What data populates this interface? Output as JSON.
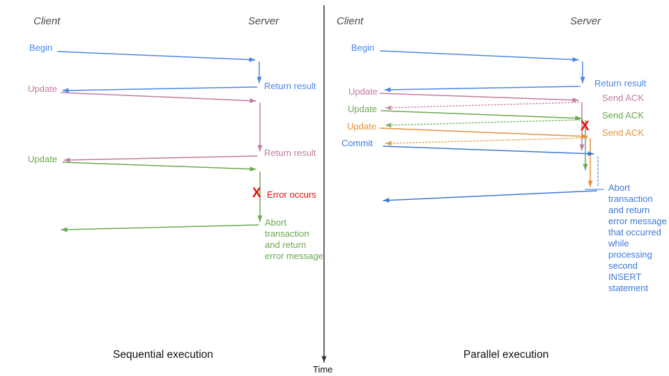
{
  "palette": {
    "blue": "#4a86e8",
    "blue2": "#3c78d8",
    "lightblue": "#6d9eeb",
    "pink": "#c27ba0",
    "green": "#6aa84f",
    "orange": "#e69138",
    "red": "#ea0b0b",
    "header_gray": "#4d4d4d",
    "ink": "#111111",
    "axis": "#333333"
  },
  "time_axis": {
    "label": "Time"
  },
  "sequential": {
    "caption": "Sequential execution",
    "client_header": "Client",
    "server_header": "Server",
    "begin_label": "Begin",
    "return_result_1_label": "Return result",
    "update_1_label": "Update",
    "return_result_2_label": "Return result",
    "update_2_label": "Update",
    "error_mark": "X",
    "error_label": "Error occurs",
    "abort_label": "Abort\ntransaction\nand return\nerror message"
  },
  "parallel": {
    "caption": "Parallel execution",
    "client_header": "Client",
    "server_header": "Server",
    "begin_label": "Begin",
    "return_result_label": "Return result",
    "update_1_label": "Update",
    "send_ack_1_label": "Send ACK",
    "update_2_label": "Update",
    "send_ack_2_label": "Send ACK",
    "update_3_label": "Update",
    "send_ack_3_label": "Send ACK",
    "commit_label": "Commit",
    "error_mark": "X",
    "abort_label": "Abort\ntransaction\nand return\nerror message\nthat occurred\nwhile\nprocessing\nsecond\nINSERT\nstatement"
  }
}
